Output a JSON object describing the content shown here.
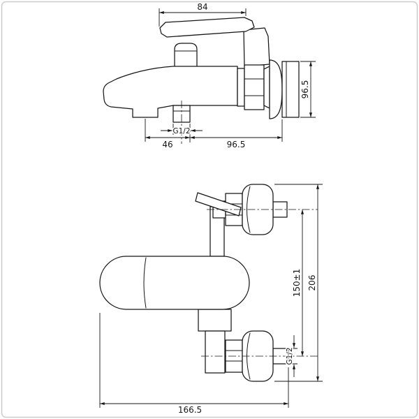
{
  "meta": {
    "background": "#ffffff",
    "line_color": "#161616",
    "frame_color": "#cccccc"
  },
  "side_view": {
    "dims": {
      "handle_length": "84",
      "wall_flange_height": "96.5",
      "outlet_thread": "G1/2",
      "spout_to_outlet": "46",
      "outlet_to_wall": "96.5"
    }
  },
  "installation_view": {
    "dims": {
      "inlet_spacing": "150±1",
      "overall_height": "206",
      "inlet_thread": "G1/2",
      "overall_width": "166.5"
    }
  }
}
